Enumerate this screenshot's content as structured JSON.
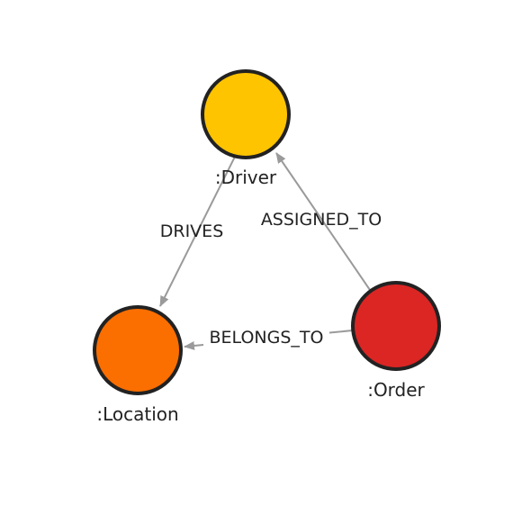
{
  "graph": {
    "nodes": [
      {
        "id": "driver",
        "label": ":Driver",
        "color": "#FFC400"
      },
      {
        "id": "location",
        "label": ":Location",
        "color": "#FB6E00"
      },
      {
        "id": "order",
        "label": ":Order",
        "color": "#DB2624"
      }
    ],
    "edges": [
      {
        "id": "drives",
        "label": "DRIVES",
        "from": "driver",
        "to": "location"
      },
      {
        "id": "assigned_to",
        "label": "ASSIGNED_TO",
        "from": "order",
        "to": "driver"
      },
      {
        "id": "belongs_to",
        "label": "BELONGS_TO",
        "from": "order",
        "to": "location"
      }
    ],
    "edge_color": "#9A9A9A",
    "node_border_color": "#222222"
  }
}
